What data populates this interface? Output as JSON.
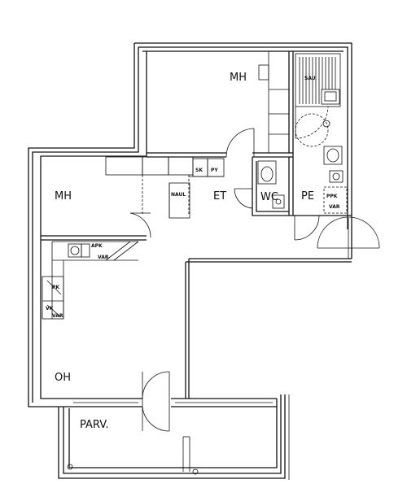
{
  "rooms": {
    "mh_top": "MH",
    "mh_left": "MH",
    "et": "ET",
    "wc": "WC",
    "pe": "PE",
    "oh": "OH",
    "parv": "PARV."
  },
  "fixtures": {
    "sk": "SK",
    "py": "PY",
    "naul": "NAUL",
    "sau": "SAU",
    "apk": "APK",
    "var_kitchen": "VAR",
    "ppk": "PPK",
    "var_bath": "VAR",
    "pk": "PK",
    "vk": "VK",
    "var_left": "VAR"
  }
}
